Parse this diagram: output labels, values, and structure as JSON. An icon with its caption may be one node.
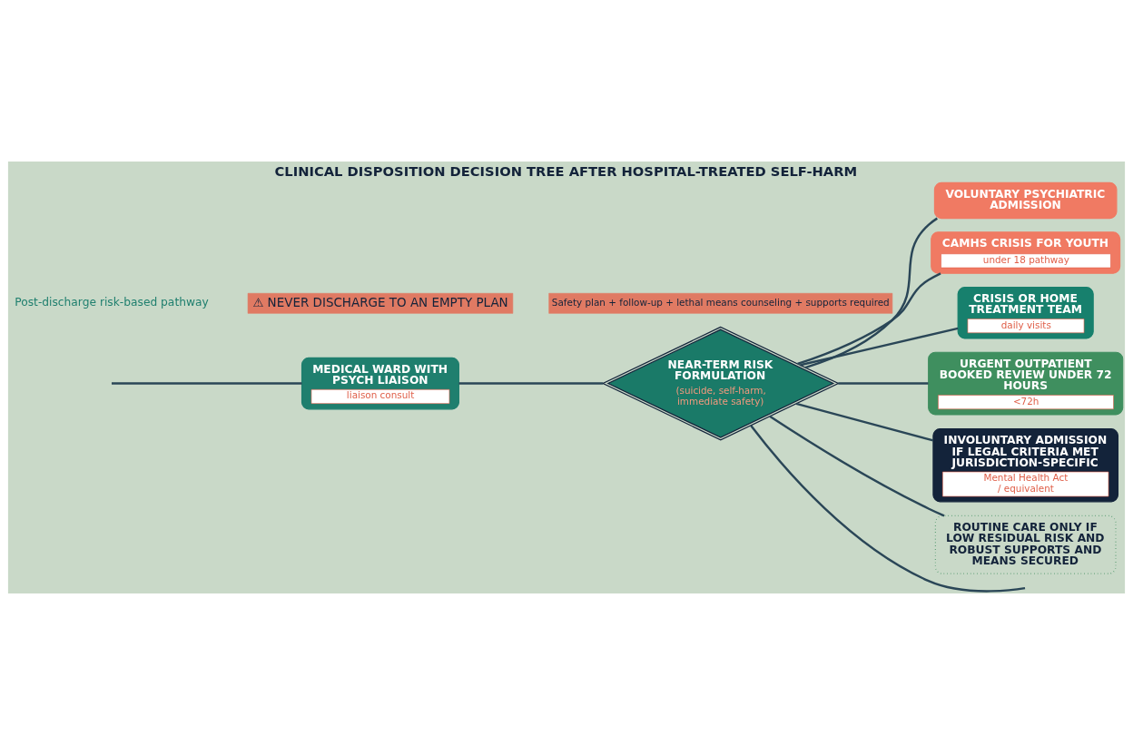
{
  "diagram": {
    "title": "CLINICAL DISPOSITION DECISION TREE AFTER HOSPITAL-TREATED SELF-HARM",
    "nodes": [
      {
        "text": [
          "MEDICAL WARD WITH PSYCH LIAISON",
          "liaison consult"
        ]
      },
      {
        "text": [
          "VOLUNTARY PSYCHIATRIC ADMISSION"
        ]
      },
      {
        "text": [
          "NEAR-TERM RISK FORMULATION",
          "(suicide, self-harm, immediate safety)"
        ]
      },
      {
        "text": [
          "CAMHS CRISIS FOR YOUTH",
          "under 18 pathway"
        ]
      },
      {
        "text": [
          "CRISIS OR HOME TREATMENT TEAM",
          "daily visits"
        ]
      },
      {
        "text": [
          "URGENT OUTPATIENT BOOKED REVIEW UNDER 72 HOURS",
          "<72h"
        ]
      },
      {
        "text": [
          "INVOLUNTARY ADMISSION IF LEGAL CRITERIA MET JURISDICTION-SPECIFIC",
          "Mental Health Act / equivalent"
        ]
      },
      {
        "text": [
          "ROUTINE CARE ONLY IF LOW RESIDUAL RISK AND ROBUST SUPPORTS AND MEANS SECURED"
        ]
      }
    ],
    "edges": [
      {
        "from": null,
        "to": 0,
        "arrow": "none"
      },
      {
        "from": 0,
        "to": 2,
        "arrow": "none"
      },
      {
        "from": 2,
        "to": 1,
        "arrow": "none"
      },
      {
        "from": 2,
        "to": 3,
        "arrow": "none"
      },
      {
        "from": 2,
        "to": 4,
        "arrow": "none"
      },
      {
        "from": 2,
        "to": 5,
        "arrow": "none"
      },
      {
        "from": 2,
        "to": 7,
        "arrow": "none"
      },
      {
        "from": 2,
        "to": 6,
        "arrow": "none"
      },
      {
        "from": 2,
        "to": null,
        "arrow": "none"
      }
    ],
    "labels": [
      "Post-discharge risk-based pathway",
      "⚠ NEVER DISCHARGE TO AN EMPTY PLAN",
      "Safety plan + follow-up + lethal means counseling + supports required"
    ]
  }
}
